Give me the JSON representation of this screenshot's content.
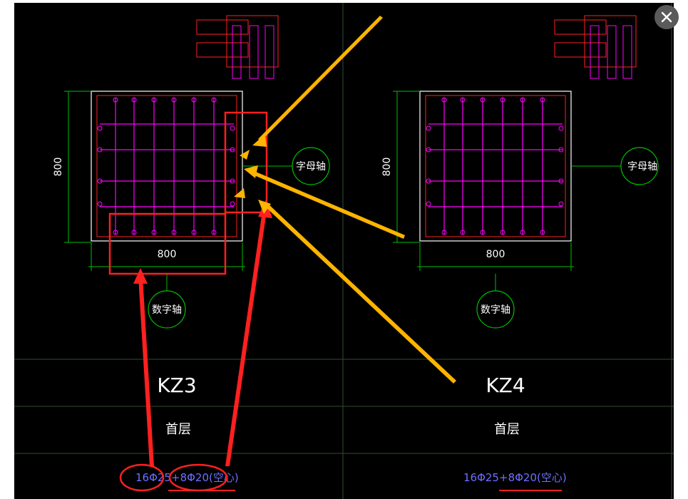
{
  "viewer": {
    "close_icon": "close-icon",
    "colors": {
      "background": "#000000",
      "grid_line": "#2f4f2f",
      "column_outline": "#ffffff",
      "stirrup": "#ff00ff",
      "cover_line": "#ff2020",
      "dimension": "#00c000",
      "label_text": "#ffffff",
      "rebar_text": "#6f6fff",
      "annotation_red": "#ff2020",
      "annotation_orange": "#ffb400"
    }
  },
  "columns": [
    {
      "dim_width": "800",
      "dim_height": "800",
      "letter_axis": "字母轴",
      "number_axis": "数字轴",
      "name": "KZ3",
      "floor": "首层",
      "rebar_main": "16Φ25",
      "rebar_plus": "+",
      "rebar_extra": "8Φ20(空心)"
    },
    {
      "dim_width": "800",
      "dim_height": "800",
      "letter_axis": "字母轴",
      "number_axis": "数字轴",
      "name": "KZ4",
      "floor": "首层",
      "rebar_main": "16Φ25",
      "rebar_plus": "+",
      "rebar_extra": "8Φ20(空心)"
    }
  ]
}
